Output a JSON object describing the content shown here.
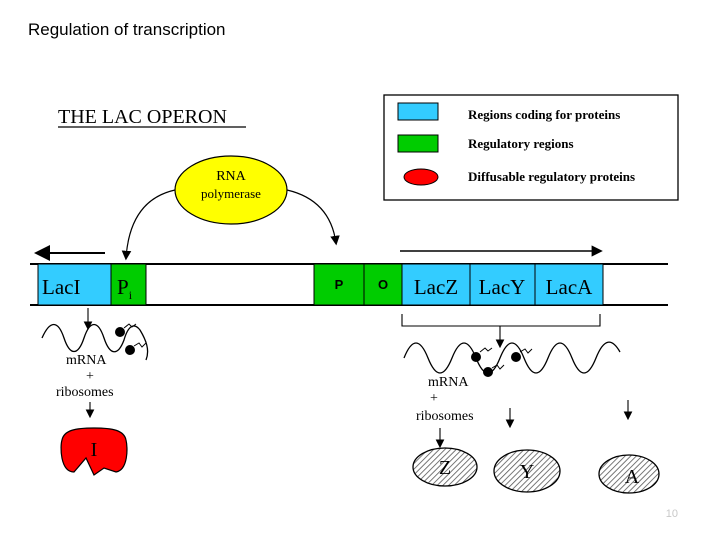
{
  "slide_title": "Regulation of transcription",
  "diagram": {
    "heading": "THE LAC OPERON",
    "legend": [
      {
        "label": "Regions coding for proteins",
        "color": "#33ccff",
        "shape": "rect"
      },
      {
        "label": "Regulatory regions",
        "color": "#00cc00",
        "shape": "rect"
      },
      {
        "label": "Diffusable regulatory proteins",
        "color": "#ff0000",
        "shape": "ellipse"
      }
    ],
    "rna_polymerase": {
      "line1": "RNA",
      "line2": "polymerase",
      "color": "#ffff00"
    },
    "genes": {
      "laci": "LacI",
      "pi_main": "P",
      "pi_sub": "i",
      "promoter": "P",
      "operator": "O",
      "lacz": "LacZ",
      "lacy": "LacY",
      "laca": "LacA"
    },
    "left_products": {
      "mrna": "mRNA",
      "plus": "+",
      "ribosomes": "ribosomes",
      "protein": "I"
    },
    "right_products": {
      "mrna": "mRNA",
      "plus": "+",
      "ribosomes": "ribosomes",
      "proteins": [
        "Z",
        "Y",
        "A"
      ]
    },
    "colors": {
      "coding": "#33ccff",
      "regulatory": "#00cc00",
      "repressor": "#ff0000"
    }
  },
  "page_number": "10"
}
